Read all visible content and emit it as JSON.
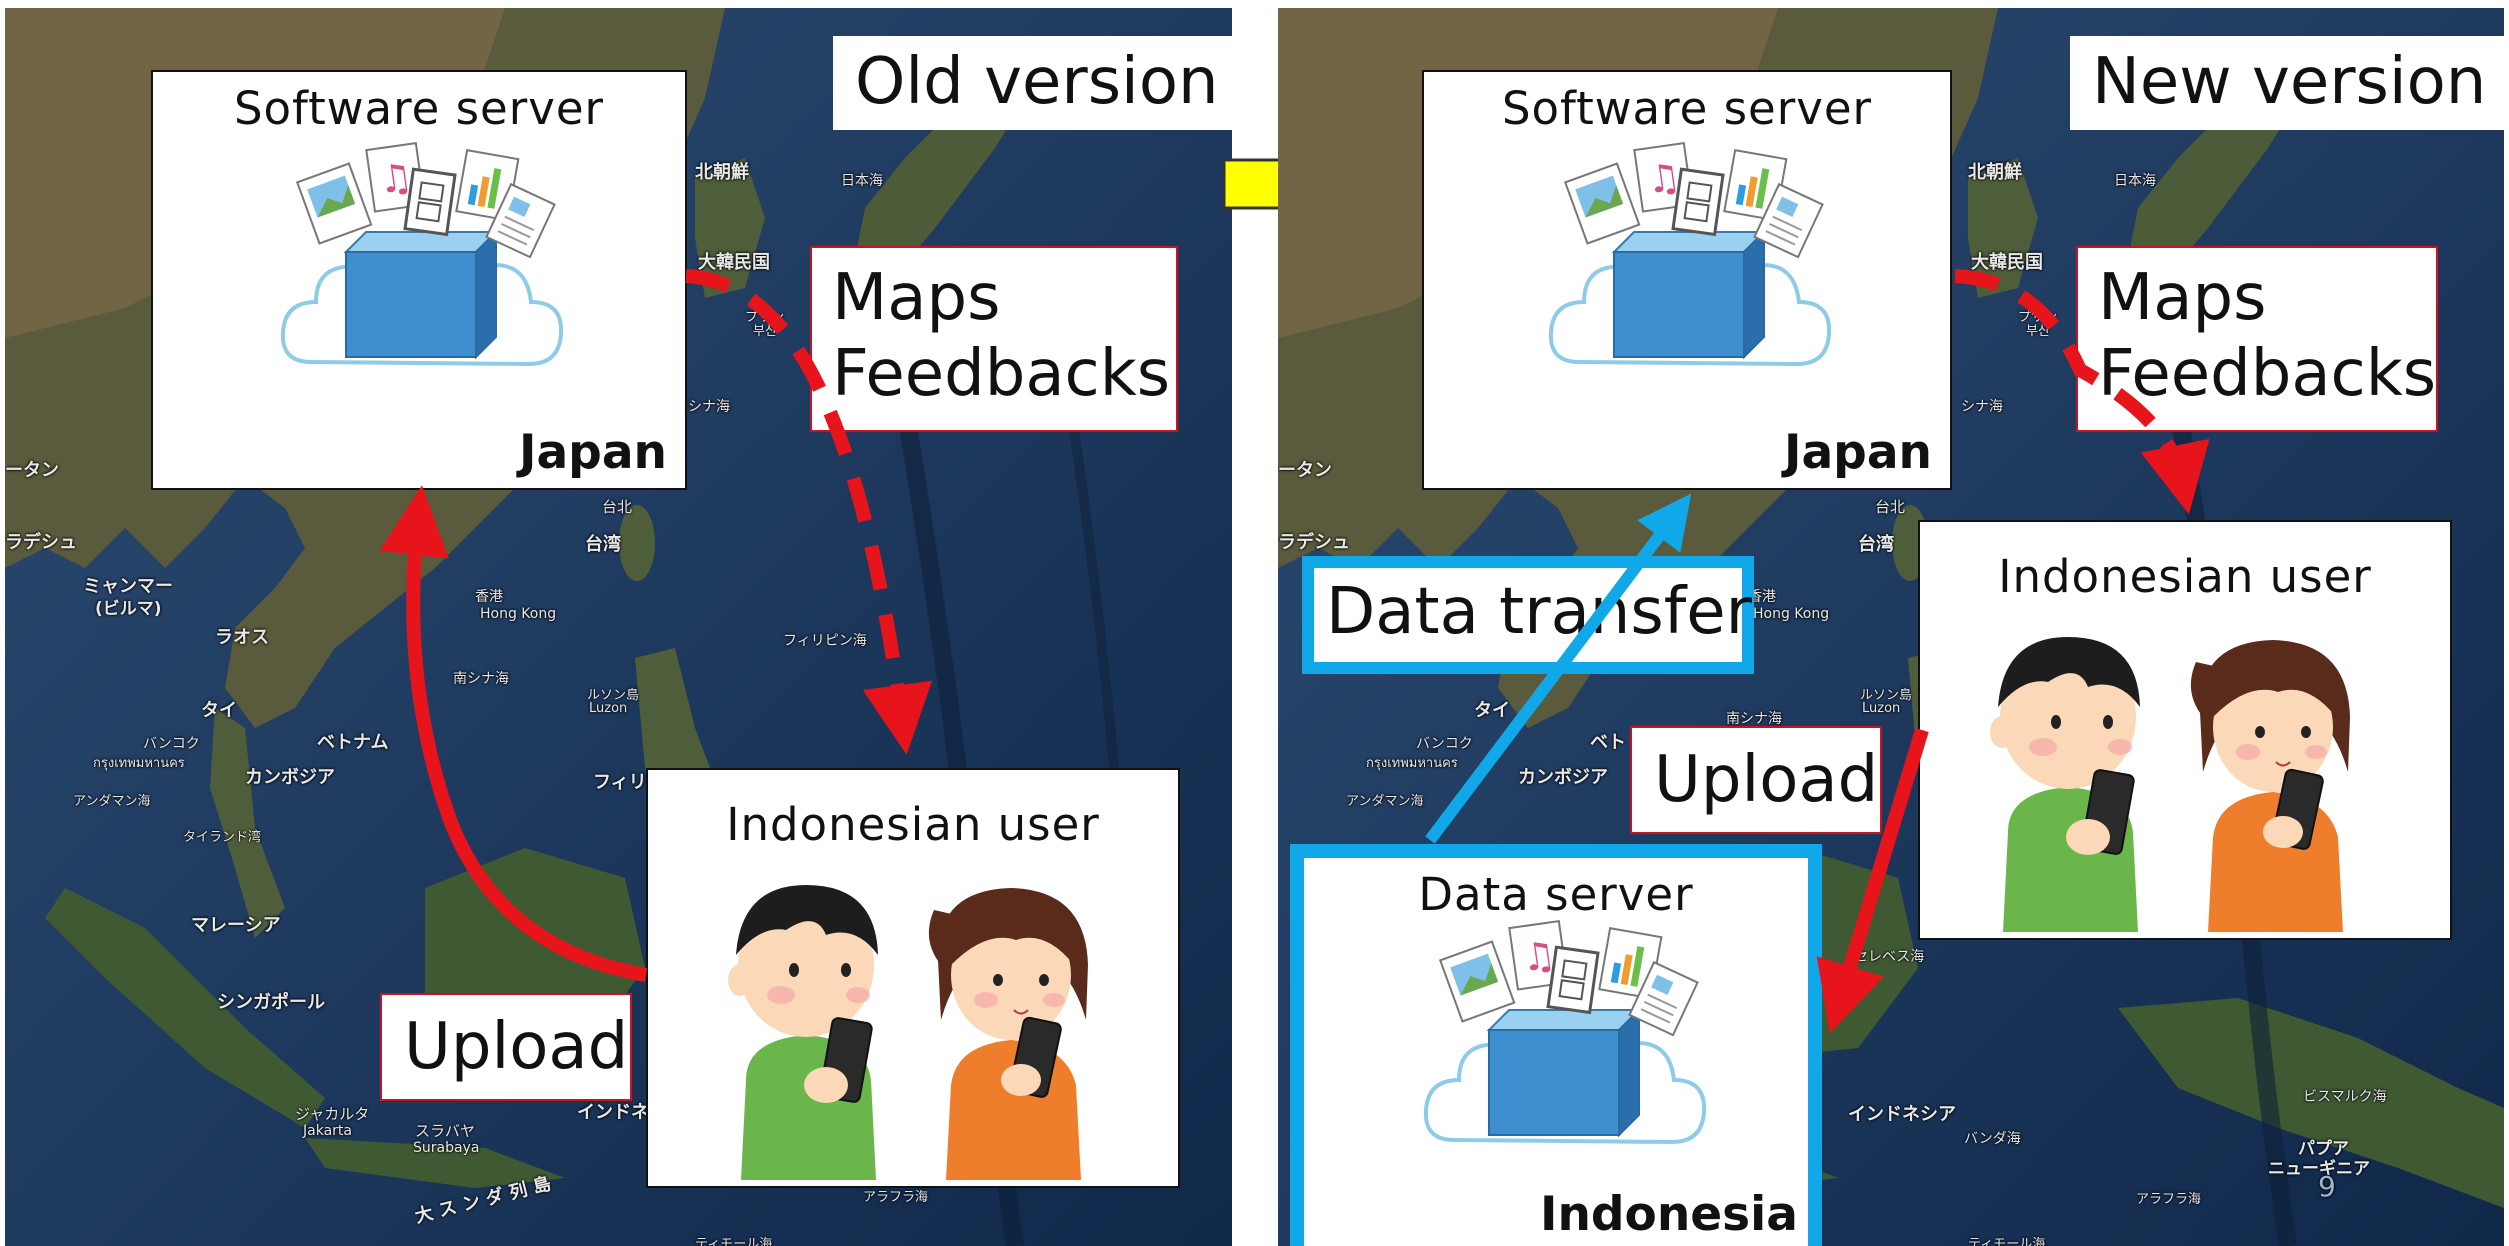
{
  "left_panel": {
    "version_label": "Old version",
    "software_server": {
      "header": "Software server",
      "country": "Japan"
    },
    "maps_label": [
      "Maps",
      "Feedbacks"
    ],
    "user_box": {
      "header": "Indonesian user"
    },
    "upload_label": "Upload",
    "map_labels": {
      "north_korea": "北朝鮮",
      "sea_of_japan": "日本海",
      "south_korea": "大韓民国",
      "busan": "プサン",
      "busan2": "부산",
      "east_china_sea": "シナ海",
      "taipei": "台北",
      "taiwan": "台湾",
      "myanmar": "ミャンマー",
      "myanmar2": "(ビルマ)",
      "bangladesh": "ラデシュ",
      "laos": "ラオス",
      "hongkong": "香港",
      "hongkong2": "Hong Kong",
      "thailand": "タイ",
      "bangkok": "バンコク",
      "bangkok2": "กรุงเทพมหานคร",
      "vietnam": "ベトナム",
      "cambodia": "カンボジア",
      "andaman": "アンダマン海",
      "gulf_thai": "タイランド湾",
      "philippine_sea": "フィリピン海",
      "luzon": "ルソン島",
      "luzon2": "Luzon",
      "s_china_sea": "南シナ海",
      "malaysia": "マレーシア",
      "singapore": "シンガポール",
      "indonesia": "インドネ",
      "jakarta": "ジャカルタ",
      "jakarta2": "Jakarta",
      "surabaya": "スラバヤ",
      "surabaya2": "Surabaya",
      "sunda": "大 ス ン ダ 列 島",
      "timor": "ティモール海",
      "arafura": "アラフラ海",
      "myanmar_left": "ータン",
      "phil": "フィリ"
    }
  },
  "right_panel": {
    "version_label": "New version",
    "software_server": {
      "header": "Software server",
      "country": "Japan"
    },
    "maps_label": [
      "Maps",
      "Feedbacks"
    ],
    "user_box": {
      "header": "Indonesian user"
    },
    "upload_label": "Upload",
    "data_transfer_label": "Data transfer",
    "data_server": {
      "header": "Data server",
      "country": "Indonesia"
    },
    "page_number": "9",
    "map_labels": {
      "north_korea": "北朝鮮",
      "sea_of_japan": "日本海",
      "south_korea": "大韓民国",
      "busan": "プサン",
      "busan2": "부산",
      "east_china_sea": "シナ海",
      "taipei": "台北",
      "taiwan": "台湾",
      "bangladesh": "ラデシュ",
      "hongkong": "香港",
      "hongkong2": "Hong Kong",
      "thailand": "タイ",
      "bangkok": "バンコク",
      "bangkok2": "กรุงเทพมหานคร",
      "cambodia": "カンボジア",
      "andaman": "アンダマン海",
      "luzon": "ルソン島",
      "luzon2": "Luzon",
      "s_china_sea": "南シナ海",
      "indonesia": "インドネシア",
      "banda": "バンダ海",
      "bismarck": "ビスマルク海",
      "papua": "パプア",
      "papua2": "ニューギニア",
      "arafura": "アラフラ海",
      "timor": "ティモール海",
      "celebes": "セレベス海",
      "myanmar_left": "ータン",
      "vietnam_frag": "ベト"
    }
  },
  "colors": {
    "arrow_red": "#e8141c",
    "arrow_blue": "#10a8e8",
    "transition_arrow": "#ffff00",
    "box_border_red": "#c8141e"
  }
}
